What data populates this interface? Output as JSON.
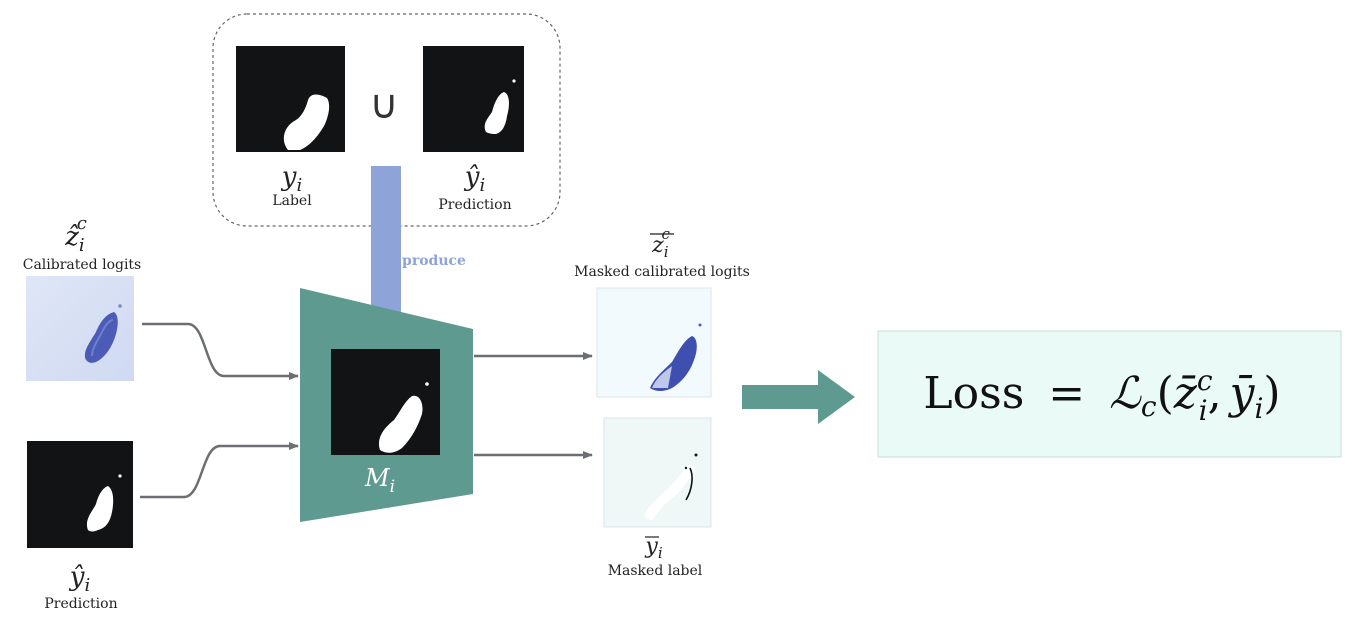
{
  "union_box": {
    "union_symbol": "∪",
    "label_math": "y",
    "label_math_sub": "i",
    "label_text": "Label",
    "prediction_math": "ŷ",
    "prediction_math_sub": "i",
    "prediction_text": "Prediction"
  },
  "produce_arrow": {
    "text": "produce",
    "color": "#8ea3d8"
  },
  "inputs": {
    "calibrated_math": "ẑ",
    "calibrated_sup": "c",
    "calibrated_sub": "i",
    "calibrated_text": "Calibrated logits",
    "prediction_math": "ŷ",
    "prediction_sub": "i",
    "prediction_text": "Prediction"
  },
  "mask_block": {
    "math": "M",
    "sub": "i",
    "color": "#5e9a8f"
  },
  "outputs": {
    "masked_logits_math": "z",
    "masked_logits_sup": "c",
    "masked_logits_sub": "i",
    "masked_logits_text": "Masked calibrated logits",
    "masked_label_math": "y",
    "masked_label_sub": "i",
    "masked_label_text": "Masked label"
  },
  "loss": {
    "prefix": "Loss",
    "equals": "=",
    "script_L": "ℒ",
    "script_sub": "c",
    "open_paren": "(",
    "z_bar": "z̄",
    "z_sup": "c",
    "z_sub": "i",
    "comma": ",",
    "y_bar": "ȳ",
    "y_sub": "i",
    "close_paren": ")",
    "box_color": "#eafaf6"
  },
  "colors": {
    "teal": "#5e9a8f",
    "arrow_blue": "#8ea3d8",
    "connector": "#6b6f72",
    "mask_black": "#121315"
  }
}
